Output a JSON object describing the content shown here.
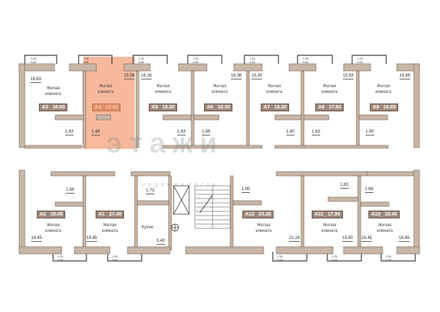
{
  "room_label_line1": "Жилая",
  "room_label_line2": "комната",
  "kitchen_label": "Кухня",
  "balcony": {
    "area": "1.35",
    "reduced": "0.68"
  },
  "highlight_color": "#f4a27c",
  "wall_color": "#c8b6a6",
  "apartments_top": [
    {
      "id": "A3",
      "area": "18.60",
      "room_area": "16.63",
      "bath_area": "1.83"
    },
    {
      "id": "A4",
      "area": "17.40",
      "room_area": "15.58",
      "bath_area": "1.48",
      "selected": true
    },
    {
      "id": "A5",
      "area": "18.30",
      "room_area": "16.28",
      "bath_area": "1.83"
    },
    {
      "id": "A6",
      "area": "18.30",
      "room_area": "16.36",
      "bath_area": "1.66"
    },
    {
      "id": "A7",
      "area": "18.30",
      "room_area": "16.30",
      "bath_area": "1.80"
    },
    {
      "id": "A8",
      "area": "17.80",
      "room_area": "15.83",
      "bath_area": "1.63"
    },
    {
      "id": "A9",
      "area": "18.65",
      "room_area": "16.85",
      "bath_area": "1.90"
    }
  ],
  "apartments_bottom": [
    {
      "id": "A2",
      "area": "18.45",
      "room_area": "16.45",
      "bath_area": "1.68"
    },
    {
      "id": "A1",
      "area": "27.40",
      "room_area": "19.85",
      "bath_area": "1.73",
      "kitchen_area": "5.40"
    },
    {
      "id": "A12",
      "area": "23.28",
      "room_area": "21.28",
      "bath_area": "1.90"
    },
    {
      "id": "A11",
      "area": "17.90",
      "room_area": "15.80",
      "bath_area": "1.83"
    },
    {
      "id": "A10",
      "area": "18.45",
      "room_area": "16.45",
      "bath_area": "1.68",
      "room_area_2": "16.45"
    }
  ],
  "watermark": {
    "main": "этажи",
    "sub": "недвижимость"
  }
}
